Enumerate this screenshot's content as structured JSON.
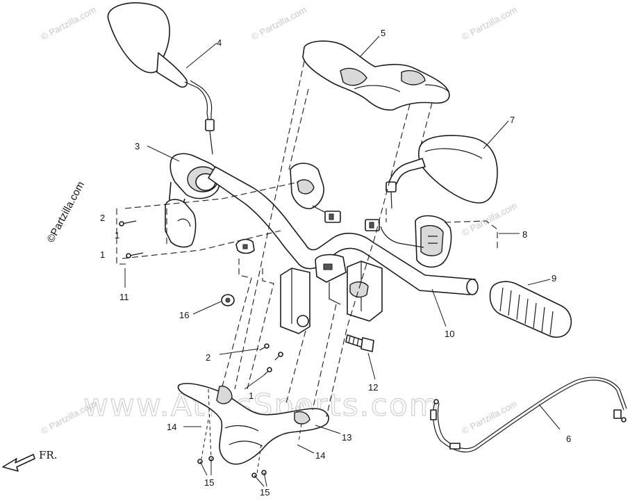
{
  "diagram": {
    "callouts": [
      {
        "id": "c1a",
        "label": "1"
      },
      {
        "id": "c1b",
        "label": "1"
      },
      {
        "id": "c1c",
        "label": "1"
      },
      {
        "id": "c2a",
        "label": "2"
      },
      {
        "id": "c2b",
        "label": "2"
      },
      {
        "id": "c3",
        "label": "3"
      },
      {
        "id": "c4",
        "label": "4"
      },
      {
        "id": "c5",
        "label": "5"
      },
      {
        "id": "c6",
        "label": "6"
      },
      {
        "id": "c7",
        "label": "7"
      },
      {
        "id": "c8",
        "label": "8"
      },
      {
        "id": "c9",
        "label": "9"
      },
      {
        "id": "c10",
        "label": "10"
      },
      {
        "id": "c11",
        "label": "11"
      },
      {
        "id": "c12",
        "label": "12"
      },
      {
        "id": "c13",
        "label": "13"
      },
      {
        "id": "c14a",
        "label": "14"
      },
      {
        "id": "c14b",
        "label": "14"
      },
      {
        "id": "c15a",
        "label": "15"
      },
      {
        "id": "c15b",
        "label": "15"
      },
      {
        "id": "c16",
        "label": "16"
      }
    ],
    "direction_label": "FR.",
    "watermarks": {
      "small": "© Partzilla.com",
      "side": "©Partzilla.com",
      "center": "www.AtlasSports.com"
    }
  }
}
